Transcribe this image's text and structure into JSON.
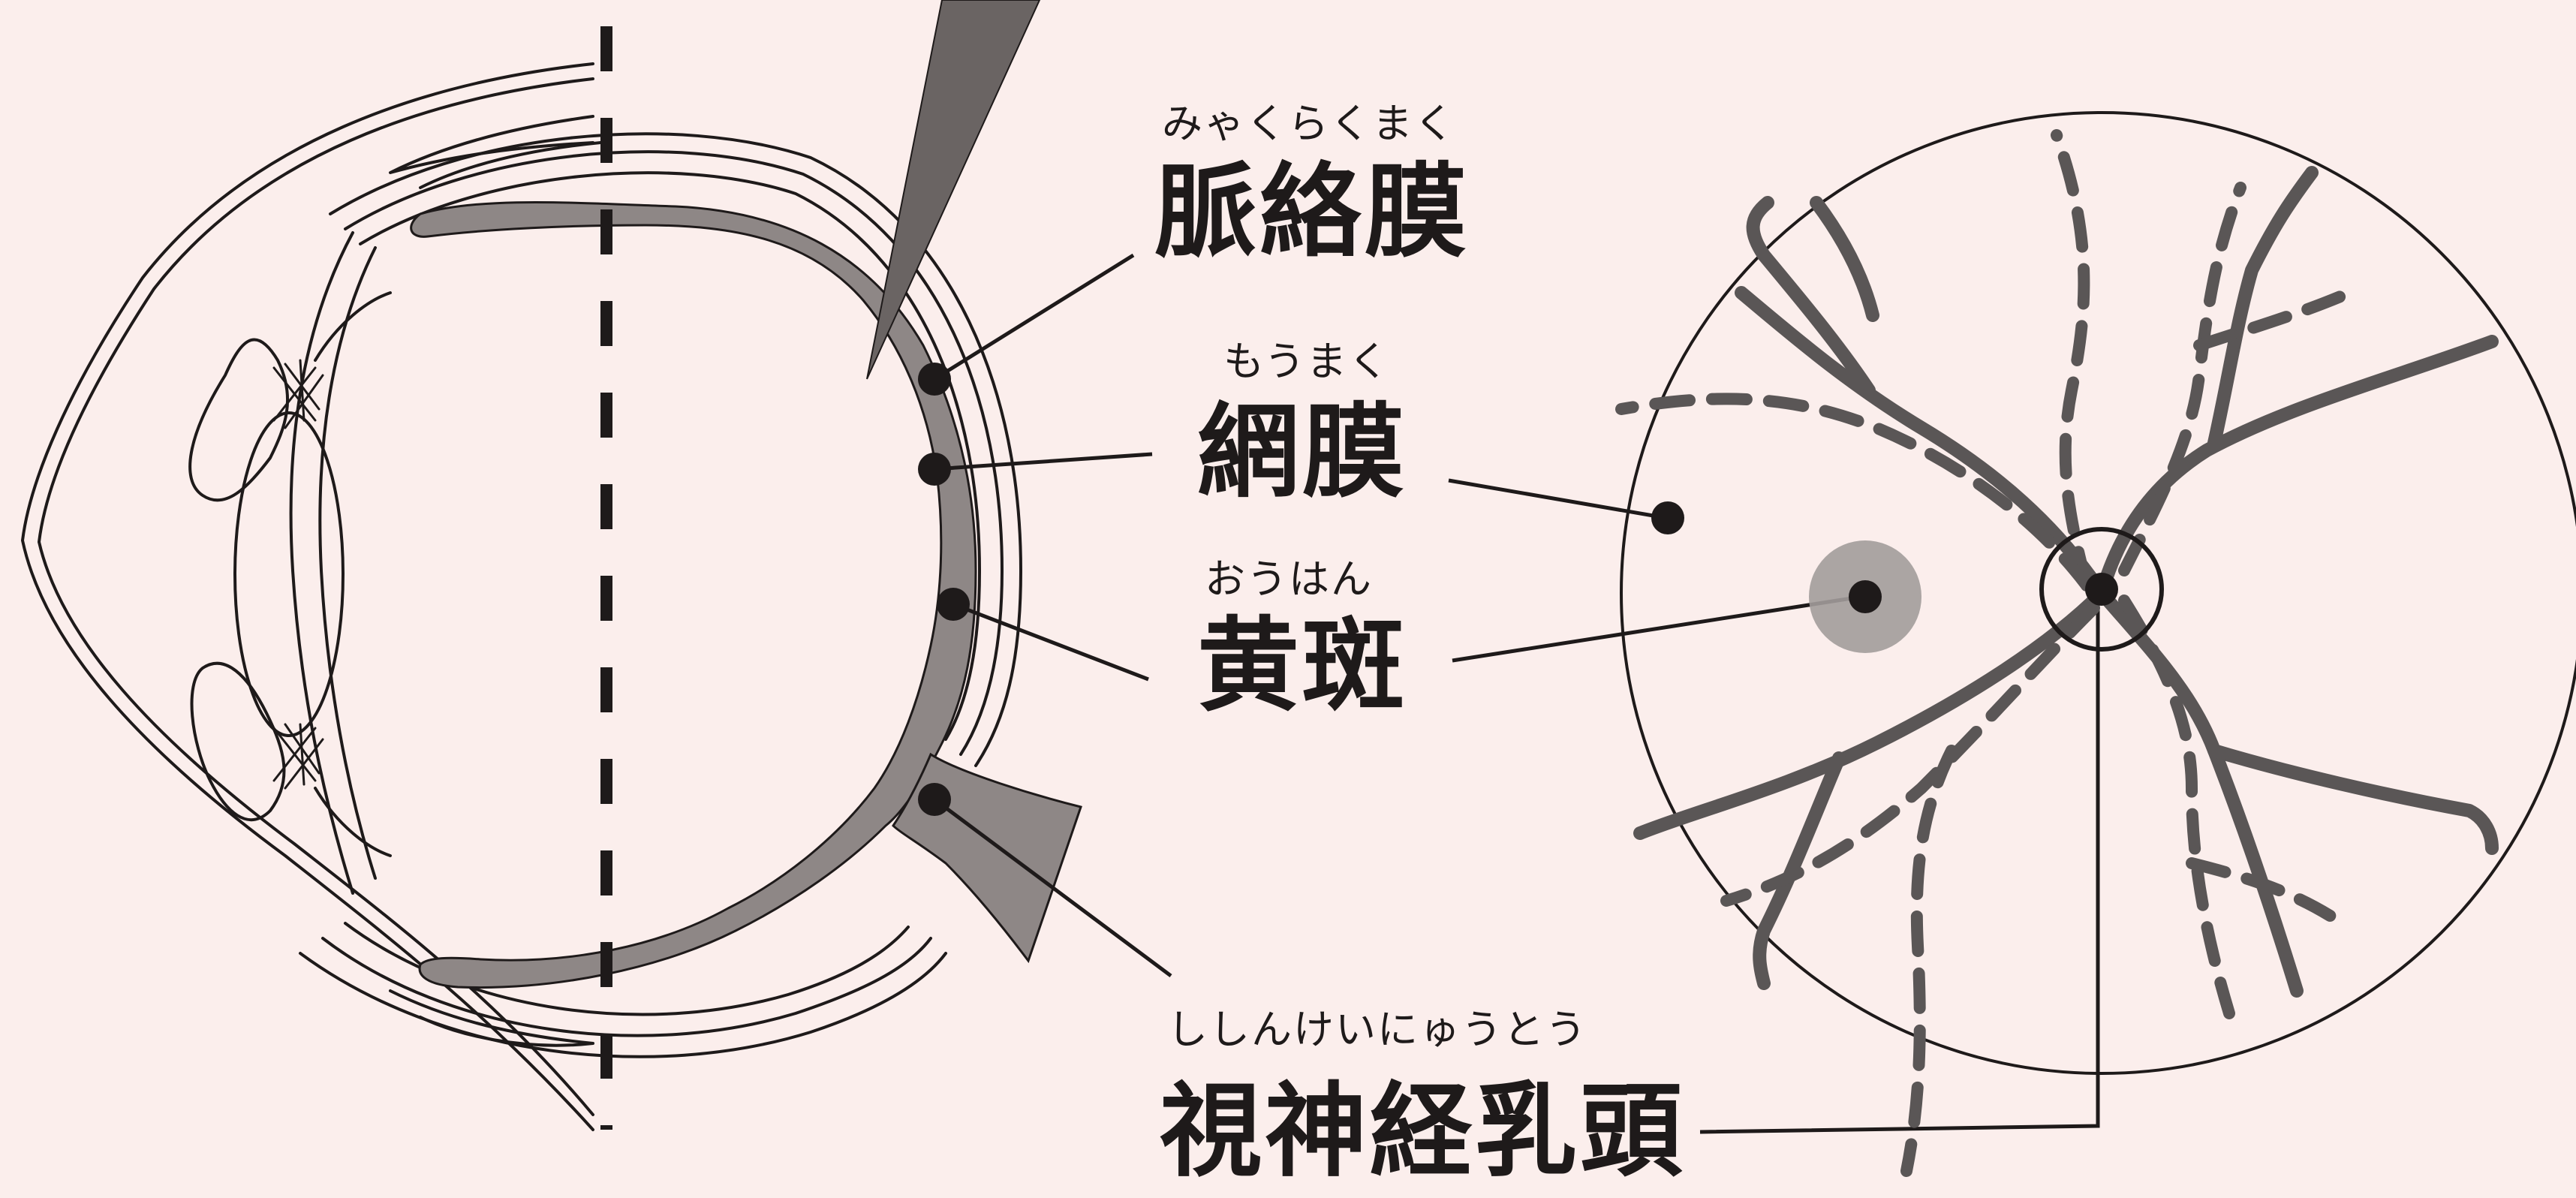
{
  "colors": {
    "background": "#fbeeec",
    "line": "#1e1a1a",
    "gray_fill": "#8e8786",
    "vessel": "#5a5656"
  },
  "labels": {
    "choroid": {
      "ruby": "みゃくらくまく",
      "text": "脈絡膜"
    },
    "retina": {
      "ruby": "もうまく",
      "text": "網膜"
    },
    "macula": {
      "ruby": "おうはん",
      "text": "黄斑"
    },
    "optic_disc": {
      "ruby": "ししんけいにゅうとう",
      "text": "視神経乳頭"
    }
  },
  "figures": {
    "left": "eye-cross-section",
    "right": "fundus-view"
  }
}
